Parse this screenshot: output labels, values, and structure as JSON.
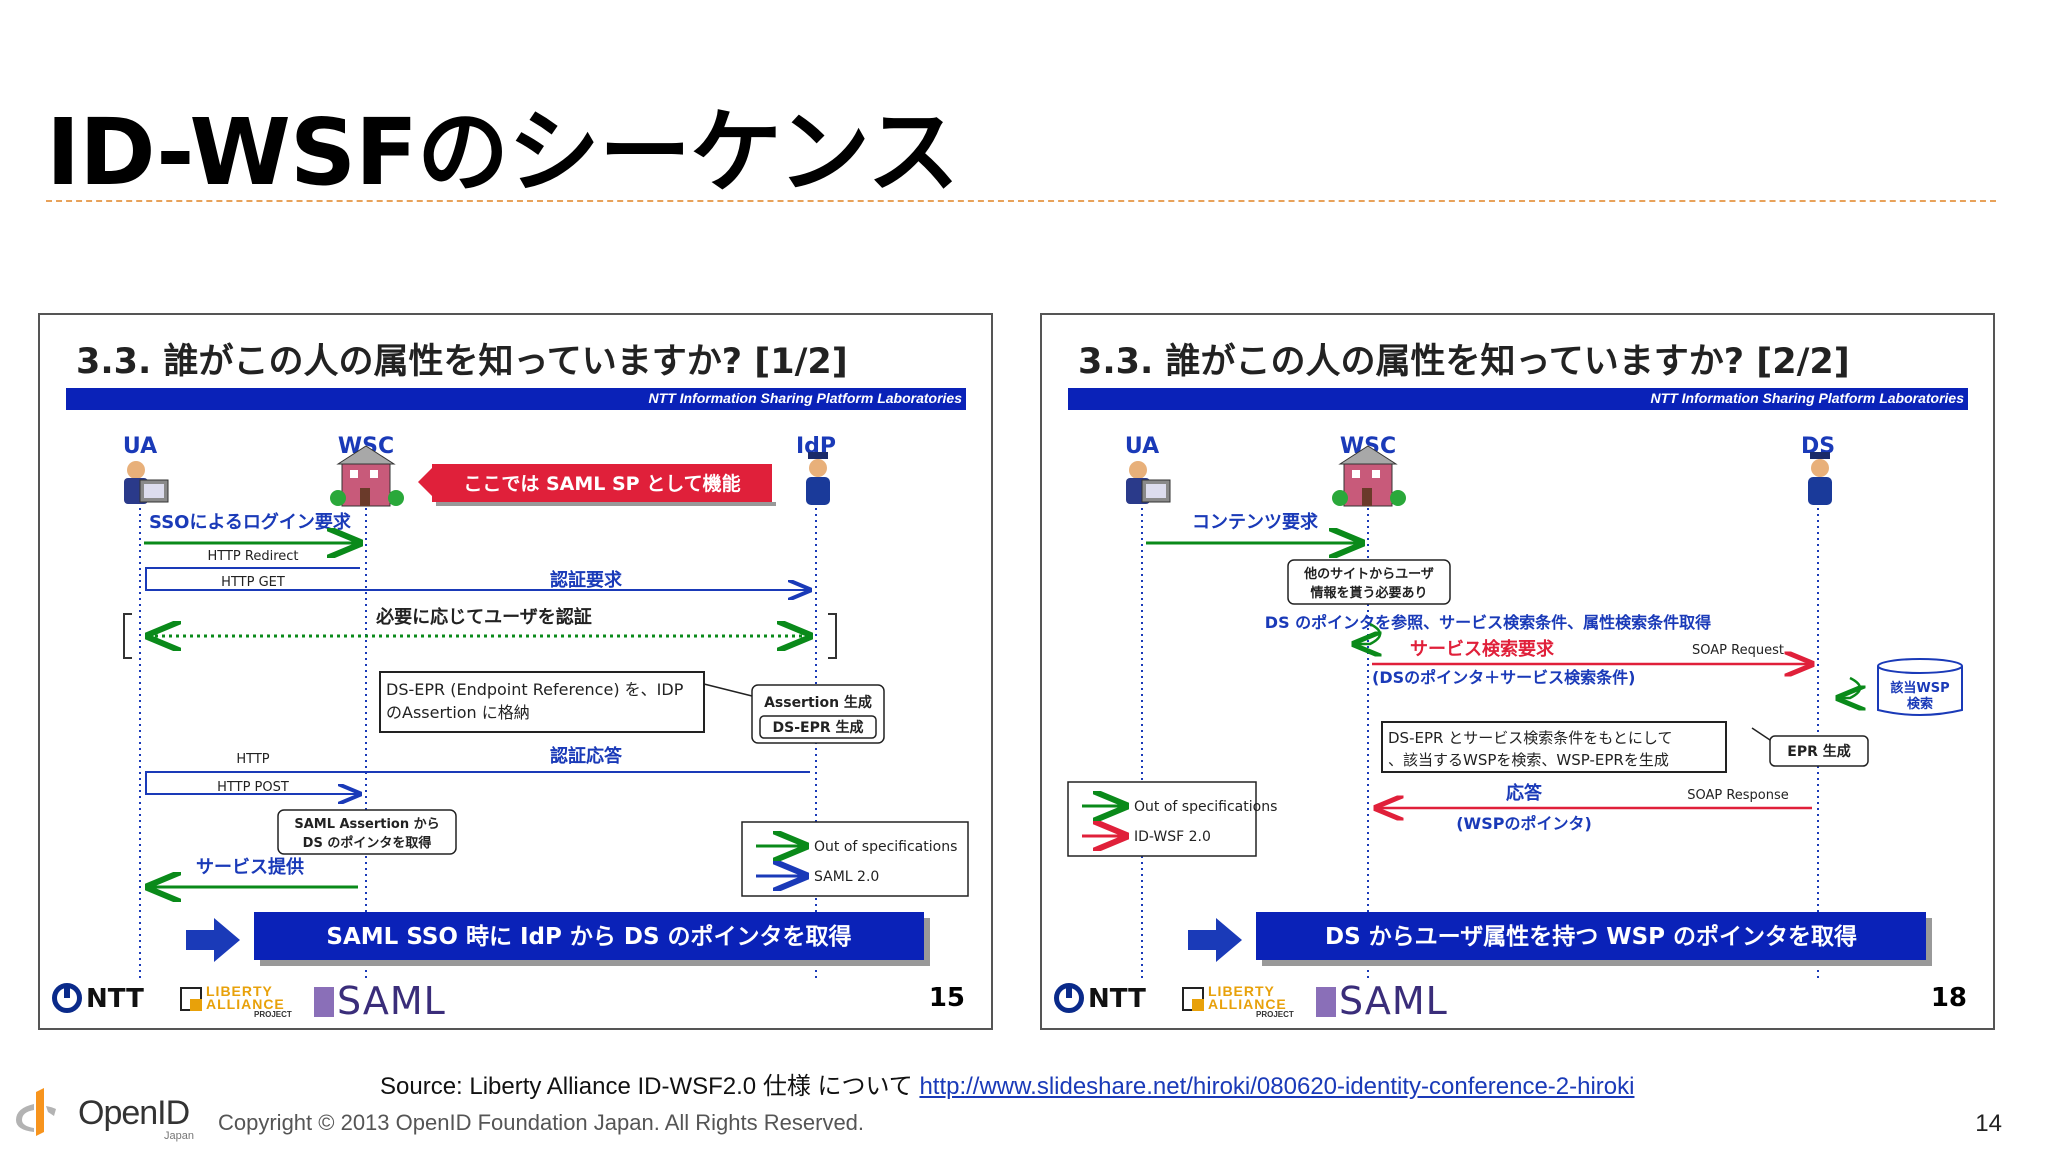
{
  "slide": {
    "title": "ID-WSFのシーケンス",
    "source_prefix": "Source: Liberty Alliance ID-WSF2.0 仕様 について ",
    "source_link": "http://www.slideshare.net/hiroki/080620-identity-conference-2-hiroki",
    "copyright": "Copyright © 2013  OpenID Foundation Japan.  All Rights Reserved.",
    "page_number": "14",
    "logo_text": "OpenID",
    "logo_sub": "Japan"
  },
  "left_panel": {
    "title": "3.3.  誰がこの人の属性を知っていますか? [1/2]",
    "bar_text": "NTT Information Sharing Platform Laboratories",
    "actors": [
      "UA",
      "WSC",
      "IdP"
    ],
    "callout": "ここでは SAML SP として機能",
    "sso_login": "SSOによるログイン要求",
    "http_redirect": "HTTP Redirect",
    "http_get": "HTTP GET",
    "auth_request": "認証要求",
    "auth_user": "必要に応じてユーザを認証",
    "ds_epr_note": [
      "DS-EPR (Endpoint Reference) を、IDP",
      "のAssertion に格納"
    ],
    "assertion_box": [
      "Assertion 生成",
      "DS-EPR 生成"
    ],
    "http": "HTTP",
    "http_post": "HTTP POST",
    "auth_response": "認証応答",
    "saml_box": [
      "SAML Assertion から",
      "DS のポインタを取得"
    ],
    "service": "サービス提供",
    "legend": [
      "Out of specifications",
      "SAML 2.0"
    ],
    "banner": "SAML SSO 時に IdP から DS のポインタを取得",
    "ntt": "NTT",
    "liberty": [
      "LIBERTY",
      "ALLIANCE",
      "PROJECT"
    ],
    "saml": "SAML",
    "page": "15"
  },
  "right_panel": {
    "title": "3.3.  誰がこの人の属性を知っていますか? [2/2]",
    "bar_text": "NTT Information Sharing Platform Laboratories",
    "actors": [
      "UA",
      "WSC",
      "DS"
    ],
    "content_request": "コンテンツ要求",
    "need_box": [
      "他のサイトからユーザ",
      "情報を貰う必要あり"
    ],
    "ds_pointer": "DS のポインタを参照、サービス検索条件、属性検索条件取得",
    "service_search": "サービス検索要求",
    "soap_request": "SOAP Request",
    "search_params": "(DSのポインタ＋サービス検索条件)",
    "wsp_search": [
      "該当WSP",
      "検索"
    ],
    "epr_note": [
      "DS-EPR とサービス検索条件をもとにして",
      "、該当するWSPを検索、WSP-EPRを生成"
    ],
    "epr_box": "EPR 生成",
    "legend": [
      "Out of specifications",
      "ID-WSF 2.0"
    ],
    "response": "応答",
    "soap_response": "SOAP Response",
    "wsp_pointer": "(WSPのポインタ)",
    "banner": "DS からユーザ属性を持つ WSP のポインタを取得",
    "ntt": "NTT",
    "liberty": [
      "LIBERTY",
      "ALLIANCE",
      "PROJECT"
    ],
    "saml": "SAML",
    "page": "18"
  },
  "colors": {
    "title_rule": "#e8a25a",
    "blue_bar": "#0a22b8",
    "actor_blue": "#1a3ab8",
    "arrow_green": "#0a8a1a",
    "arrow_blue": "#1a3ab8",
    "arrow_red": "#e0203a",
    "callout_red": "#e0203a"
  },
  "icons": [
    "user-pc-icon",
    "building-icon",
    "officer-icon",
    "database-icon",
    "openid-logo-icon"
  ]
}
